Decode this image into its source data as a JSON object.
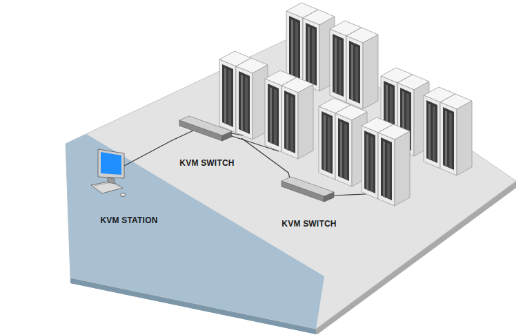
{
  "diagram": {
    "nodes": [
      {
        "text": [
          "KVM STATION"
        ]
      },
      {
        "text": [
          "KVM SWITCH"
        ]
      },
      {
        "text": [
          "KVM SWITCH"
        ]
      }
    ],
    "edges": [
      {
        "from": 0,
        "to": 1,
        "arrow": "none"
      },
      {
        "from": 1,
        "to": 2,
        "arrow": "none"
      }
    ]
  }
}
